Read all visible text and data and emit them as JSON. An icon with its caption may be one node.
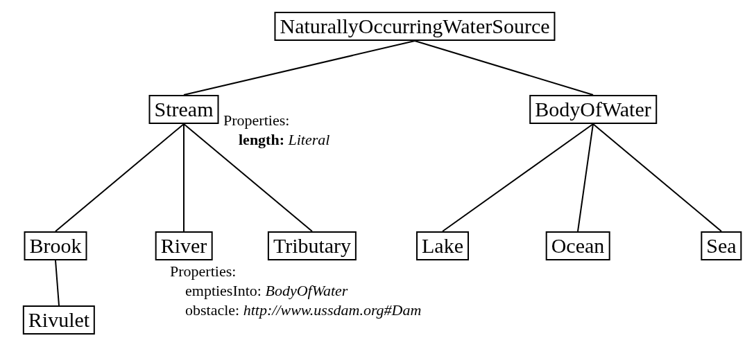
{
  "diagram": {
    "nodes": [
      {
        "text": [
          "NaturallyOccurringWaterSource"
        ]
      },
      {
        "text": [
          "Stream"
        ],
        "beside": [
          "Properties:",
          "**length:** *Literal*"
        ]
      },
      {
        "text": [
          "BodyOfWater"
        ]
      },
      {
        "text": [
          "Brook"
        ]
      },
      {
        "text": [
          "River"
        ],
        "beside": [
          "Properties:",
          "emptiesInto: *BodyOfWater*",
          "obstacle: *http://www.ussdam.org#Dam*"
        ]
      },
      {
        "text": [
          "Tributary"
        ]
      },
      {
        "text": [
          "Lake"
        ]
      },
      {
        "text": [
          "Ocean"
        ]
      },
      {
        "text": [
          "Sea"
        ]
      },
      {
        "text": [
          "Rivulet"
        ]
      }
    ],
    "edges": [
      {
        "from": 0,
        "to": 1,
        "arrow": "none"
      },
      {
        "from": 0,
        "to": 2,
        "arrow": "none"
      },
      {
        "from": 1,
        "to": 3,
        "arrow": "none"
      },
      {
        "from": 1,
        "to": 4,
        "arrow": "none"
      },
      {
        "from": 1,
        "to": 5,
        "arrow": "none"
      },
      {
        "from": 2,
        "to": 6,
        "arrow": "none"
      },
      {
        "from": 2,
        "to": 7,
        "arrow": "none"
      },
      {
        "from": 2,
        "to": 8,
        "arrow": "none"
      },
      {
        "from": 3,
        "to": 9,
        "arrow": "none"
      }
    ]
  }
}
